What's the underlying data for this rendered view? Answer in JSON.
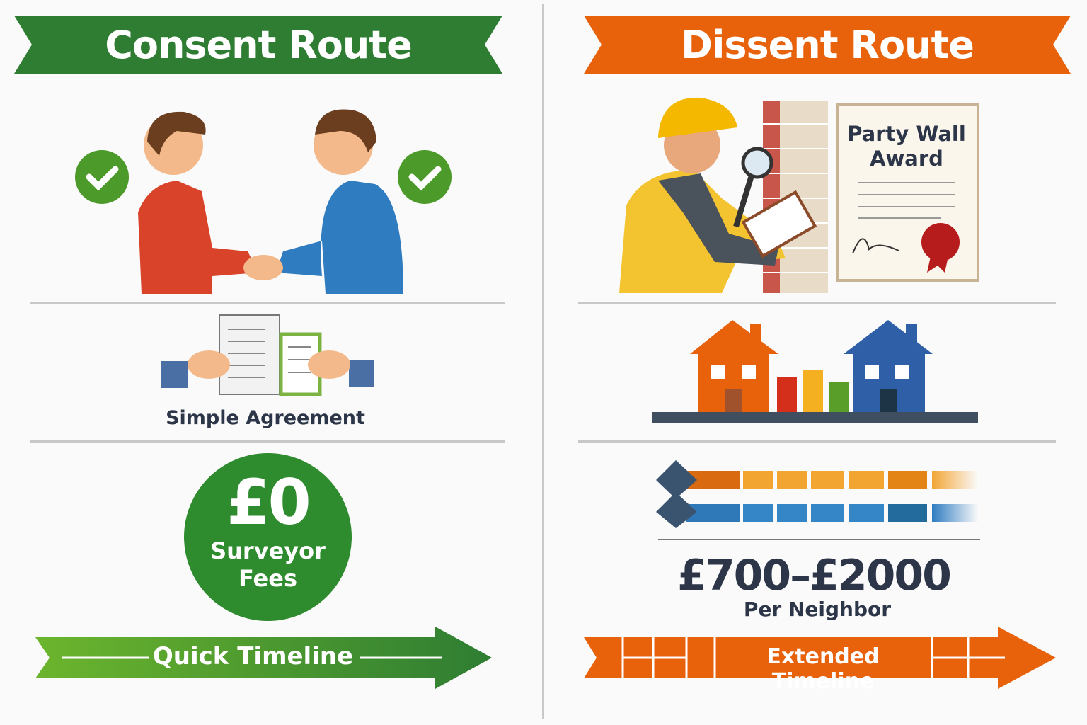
{
  "consent": {
    "title": "Consent Route",
    "agreement_label": "Simple Agreement",
    "fee_amount": "£0",
    "fee_label_line1": "Surveyor",
    "fee_label_line2": "Fees",
    "timeline_label": "Quick Timeline",
    "color": "#2e7d32"
  },
  "dissent": {
    "title": "Dissent Route",
    "award_title_line1": "Party Wall",
    "award_title_line2": "Award",
    "cost_range": "£700–£2000",
    "cost_unit": "Per Neighbor",
    "timeline_label": "Extended Timeline",
    "color": "#e8620c"
  },
  "icons": [
    "handshake-illustration",
    "check-icon",
    "document-exchange-icon",
    "surveyor-illustration",
    "award-certificate-icon",
    "houses-icon",
    "timeline-bars-icon",
    "arrow-icon"
  ]
}
